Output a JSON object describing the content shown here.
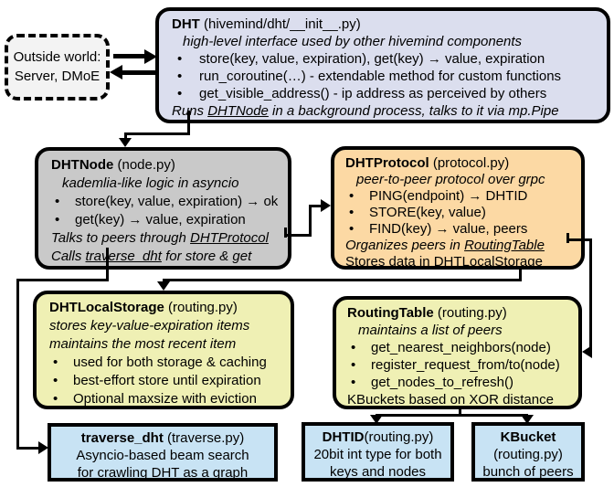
{
  "colors": {
    "dht_fill": "#dbdeee",
    "dhtnode_fill": "#c9c9c9",
    "dhtprotocol_fill": "#fcd9a4",
    "storage_fill": "#eff0b4",
    "routing_fill": "#eff0b4",
    "leaf_fill": "#c8e3f4",
    "outside_fill": "#f3f3f3",
    "line": "#000000"
  },
  "glyphs": {
    "bullet": "•"
  },
  "outside": {
    "line1": "Outside world:",
    "line2": "Server, DMoE"
  },
  "dht": {
    "title": "DHT",
    "title_suffix": " (hivemind/dht/__init__.py)",
    "subtitle": "high-level interface used by other hivemind components",
    "bullets": [
      "store(key, value, expiration), get(key) → value, expiration",
      "run_coroutine(…) - extendable method for custom functions",
      "get_visible_address() - ip address as perceived by others"
    ],
    "footer_prefix": "Runs ",
    "footer_ref": "DHTNode",
    "footer_suffix": " in a background process, talks to it via mp.Pipe"
  },
  "dhtnode": {
    "title": "DHTNode",
    "title_suffix": " (node.py)",
    "subtitle": "kademlia-like logic in asyncio",
    "bullets": [
      "store(key, value, expiration) → ok",
      "get(key) → value, expiration"
    ],
    "talks_prefix": "Talks to peers through ",
    "talks_ref": "DHTProtocol",
    "calls_prefix": "Calls ",
    "calls_ref": "traverse_dht",
    "calls_suffix": " for store & get"
  },
  "dhtprotocol": {
    "title": "DHTProtocol",
    "title_suffix": " (protocol.py)",
    "subtitle": "peer-to-peer protocol over grpc",
    "bullets": [
      "PING(endpoint) → DHTID",
      "STORE(key, value)",
      "FIND(key) → value, peers"
    ],
    "organizes_prefix": "Organizes peers in ",
    "organizes_ref": "RoutingTable",
    "stores_prefix": "Stores data in DHT",
    "stores_ref": "LocalStorage"
  },
  "dhtlocalstorage": {
    "title": "DHTLocalStorage",
    "title_suffix": " (routing.py)",
    "subtitle1": "stores key-value-expiration items",
    "subtitle2": "maintains the most recent item",
    "bullets": [
      "used for both storage & caching",
      "best-effort store until expiration",
      "Optional maxsize with eviction"
    ]
  },
  "routingtable": {
    "title": "RoutingTable",
    "title_suffix": " (routing.py)",
    "subtitle": "maintains a list of peers",
    "bullets": [
      "get_nearest_neighbors(node)",
      "register_request_from/to(node)",
      "get_nodes_to_refresh()"
    ],
    "footer": "KBuckets based on XOR distance"
  },
  "traverse": {
    "title": "traverse_dht",
    "title_suffix": " (traverse.py)",
    "line1": "Asyncio-based beam search",
    "line2": "for crawling DHT as a graph"
  },
  "dhtid": {
    "title": "DHTID",
    "title_suffix": "(routing.py)",
    "line1": "20bit int type for both",
    "line2": "keys and nodes"
  },
  "kbucket": {
    "title": "KBucket",
    "line1": "(routing.py)",
    "line2": "bunch of peers"
  }
}
